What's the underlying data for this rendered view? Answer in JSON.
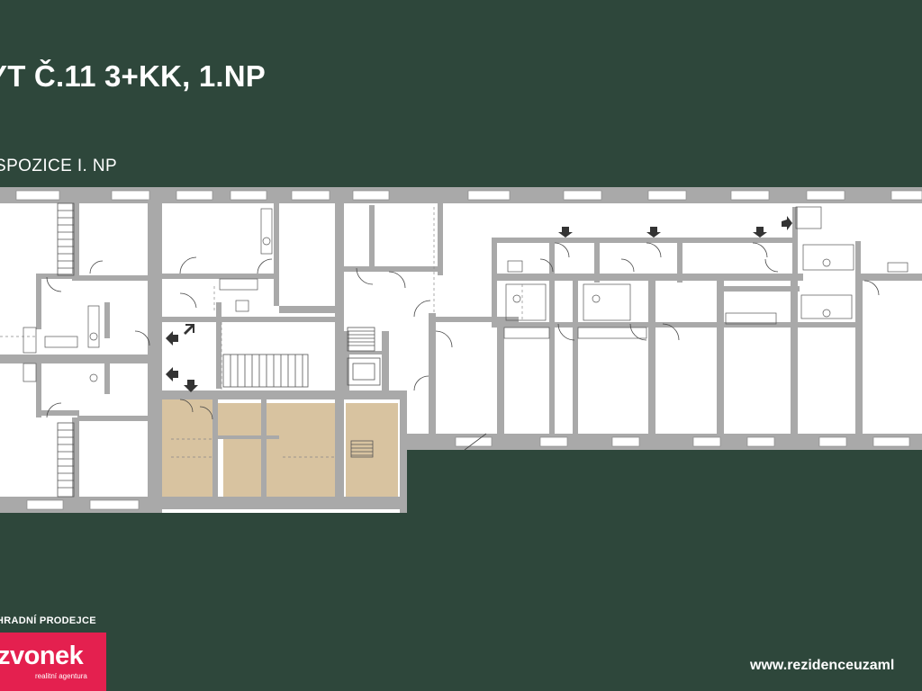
{
  "header": {
    "title": "YT Č.11 3+KK, 1.NP",
    "subtitle": "SPOZICE I. NP"
  },
  "footer": {
    "seller_label": "HRADNÍ PRODEJCE",
    "logo_name": "zvonek",
    "logo_tagline": "realitní agentura",
    "website": "www.rezidenceuzaml"
  },
  "colors": {
    "background": "#2e473b",
    "plan_background": "#ffffff",
    "wall": "#a9a9a9",
    "highlight_unit": "#d8c3a0",
    "logo_background": "#e4204f"
  }
}
